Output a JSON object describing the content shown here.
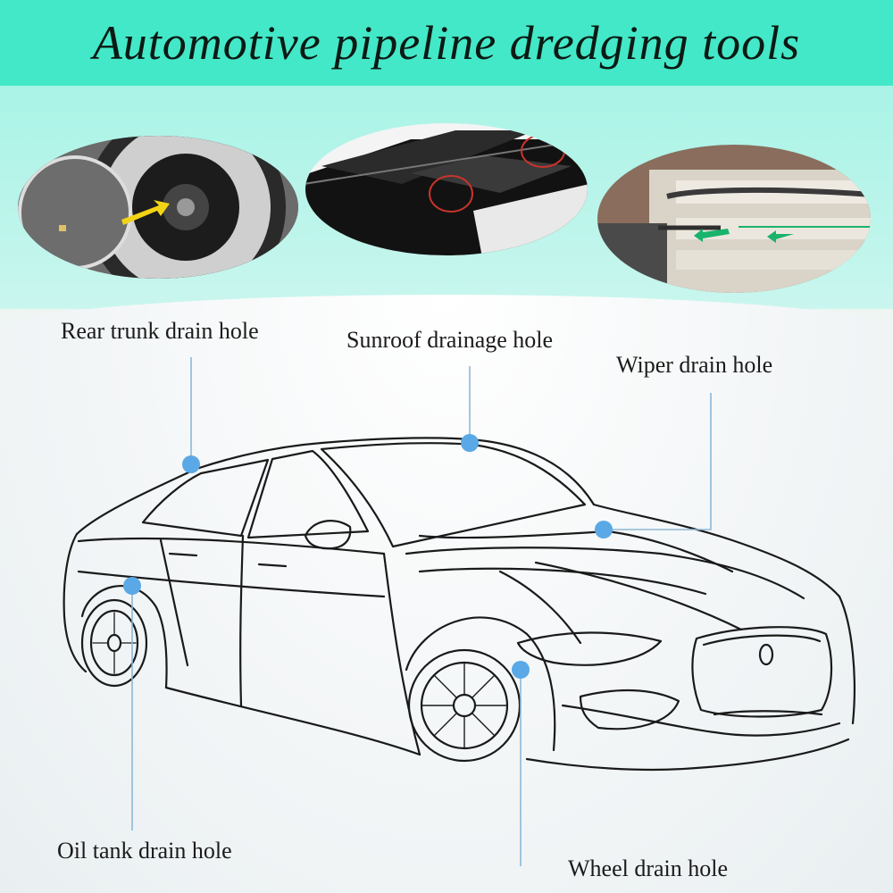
{
  "banner": {
    "title": "Automotive pipeline dredging tools",
    "color": "#43e8c8"
  },
  "photos": [
    {
      "name": "spare-tire-well-photo"
    },
    {
      "name": "sunroof-photo"
    },
    {
      "name": "wiper-cowl-photo"
    }
  ],
  "callouts": {
    "rear_trunk": "Rear trunk drain hole",
    "sunroof": "Sunroof drainage hole",
    "wiper": "Wiper drain hole",
    "oil_tank": "Oil tank drain hole",
    "wheel": "Wheel drain hole"
  },
  "colors": {
    "marker": "#5aa9e6",
    "leader_line": "#8db8d6",
    "car_outline": "#1a1a1a"
  }
}
